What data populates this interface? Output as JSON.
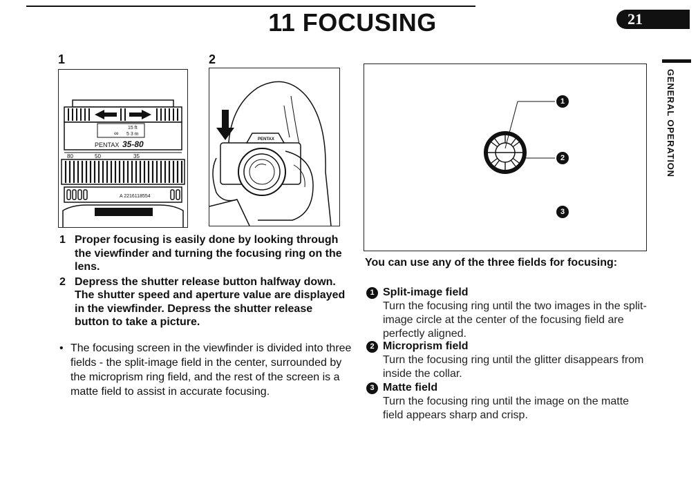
{
  "header": {
    "title": "11 FOCUSING",
    "page_number": "21",
    "side_label": "GENERAL OPERATION"
  },
  "figures": {
    "fig1": {
      "number": "1",
      "lens_brand": "PENTAX",
      "lens_model": "35-80",
      "distance_ft": "15 ft",
      "distance_m": "5 3 m",
      "infinity": "∞",
      "focal_marks": [
        "80",
        "50",
        "35"
      ],
      "serial": "A 2216118554"
    },
    "fig2": {
      "number": "2",
      "camera_brand": "PENTAX"
    },
    "fig3": {
      "callouts": [
        "1",
        "2",
        "3"
      ]
    }
  },
  "steps": [
    {
      "num": "1",
      "text": "Proper focusing is easily done by looking through the viewfinder and turning the focusing ring on the lens."
    },
    {
      "num": "2",
      "text": "Depress the shutter release button halfway down. The shutter speed and aperture value are displayed in the viewfinder. Depress the shutter release button to take a picture."
    }
  ],
  "note": {
    "bullet": "•",
    "text": "The focusing screen in the viewfinder is divided into three fields - the split-image field in the center, surrounded by the microprism ring field, and the rest of the screen is a matte field to assist in accurate focusing."
  },
  "fields_intro": "You can use any of the three fields for focusing:",
  "fields": [
    {
      "badge": "1",
      "name": "Split-image field",
      "desc": "Turn the focusing ring until the two images in the split-image circle at the center of the focusing field are perfectly aligned."
    },
    {
      "badge": "2",
      "name": "Microprism field",
      "desc": "Turn the focusing ring until the glitter disappears from inside the collar."
    },
    {
      "badge": "3",
      "name": "Matte field",
      "desc": "Turn the focusing ring until the image on the matte field appears sharp and crisp."
    }
  ]
}
